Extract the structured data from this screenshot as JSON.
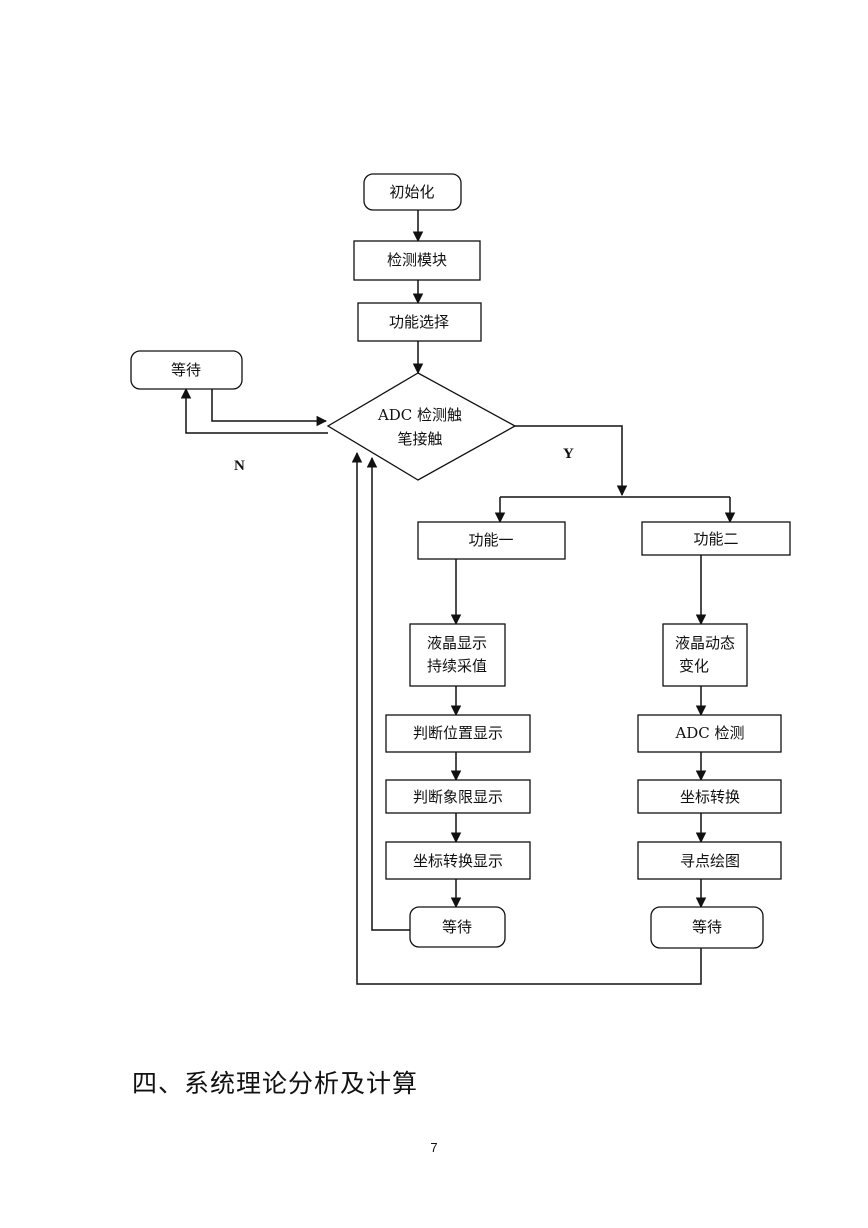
{
  "flowchart": {
    "nodes": {
      "init": "初始化",
      "detect_module": "检测模块",
      "function_select": "功能选择",
      "wait_main": "等待",
      "decision_line1": "ADC 检测触",
      "decision_line2": "笔接触",
      "func1": "功能一",
      "func2": "功能二",
      "lcd_show_line1": "液晶显示",
      "lcd_show_line2": "持续采值",
      "judge_pos": "判断位置显示",
      "judge_quadrant": "判断象限显示",
      "coord_convert_show": "坐标转换显示",
      "wait_left": "等待",
      "lcd_dynamic_line1": "液晶动态",
      "lcd_dynamic_line2": "变化",
      "adc_detect": "ADC 检测",
      "coord_convert": "坐标转换",
      "find_point_draw": "寻点绘图",
      "wait_right": "等待"
    },
    "labels": {
      "no": "N",
      "yes": "Y"
    }
  },
  "section_heading": "四、系统理论分析及计算",
  "page_number": "7"
}
